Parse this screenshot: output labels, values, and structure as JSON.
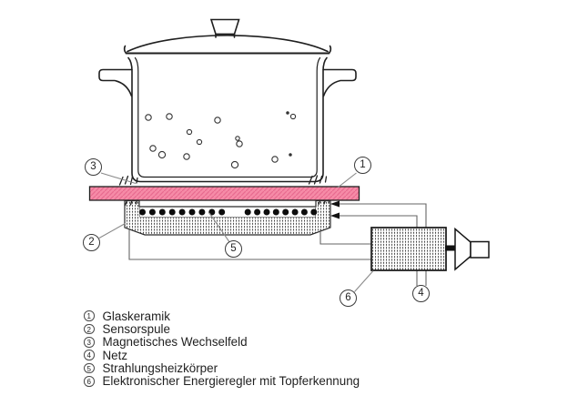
{
  "colors": {
    "ceramic_pink": "#F68BA7",
    "ceramic_hatch": "#E86C90",
    "ink": "#1f1f1f",
    "wire": "#666666"
  },
  "legend": {
    "items": [
      {
        "number": "1",
        "label": "Glaskeramik"
      },
      {
        "number": "2",
        "label": "Sensorspule"
      },
      {
        "number": "3",
        "label": "Magnetisches Wechselfeld"
      },
      {
        "number": "4",
        "label": "Netz"
      },
      {
        "number": "5",
        "label": "Strahlungsheizkörper"
      },
      {
        "number": "6",
        "label": "Elektronischer Energieregler mit Topferkennung"
      }
    ]
  }
}
